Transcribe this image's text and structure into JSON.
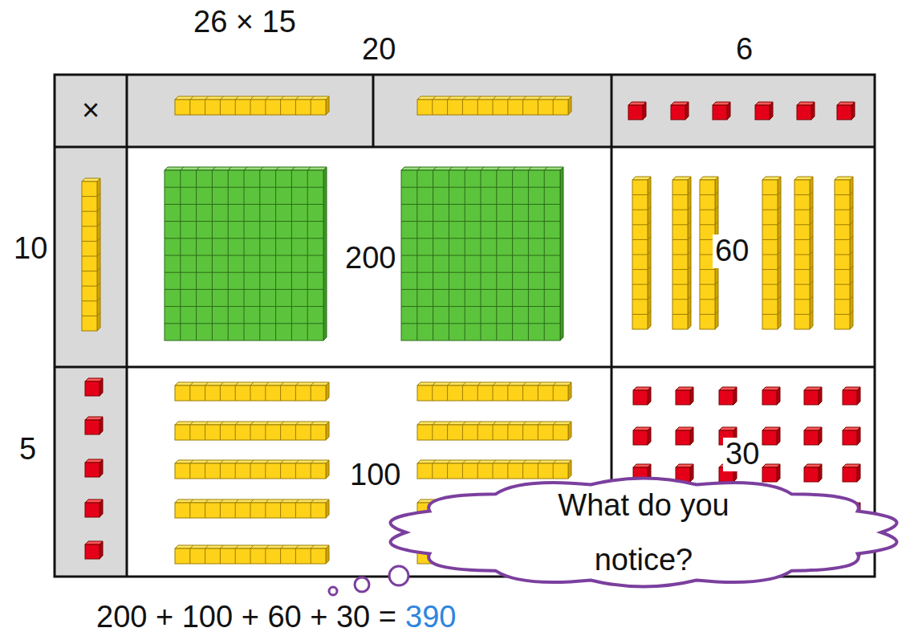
{
  "diagram": {
    "nodes": [
      {
        "text": [
          "What do you notice?"
        ]
      }
    ],
    "labels": [
      "26 × 15",
      "20",
      "6",
      "×",
      "10",
      "200",
      "60",
      "5",
      "100",
      "30",
      "200 + 100 + 60 + 30 =",
      "390"
    ]
  }
}
